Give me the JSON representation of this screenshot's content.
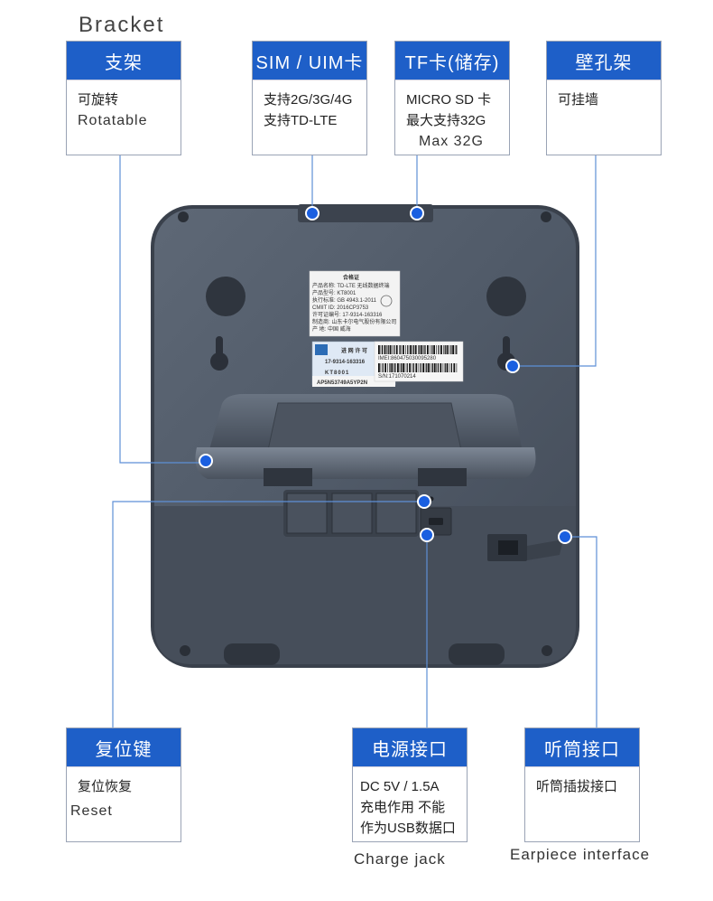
{
  "top_caption": "Bracket",
  "cards": {
    "bracket": {
      "title": "支架",
      "lines": [
        "可旋转"
      ],
      "en": "Rotatable"
    },
    "sim": {
      "title": "SIM / UIM卡",
      "lines": [
        "支持2G/3G/4G",
        "支持TD-LTE"
      ]
    },
    "tf": {
      "title": "TF卡(储存)",
      "lines": [
        "MICRO SD 卡",
        "最大支持32G"
      ],
      "en": "Max 32G"
    },
    "wall": {
      "title": "壁孔架",
      "lines": [
        "可挂墙"
      ]
    },
    "reset": {
      "title": "复位键",
      "lines": [
        "复位恢复"
      ],
      "en": "Reset"
    },
    "power": {
      "title": "电源接口",
      "lines": [
        "DC 5V / 1.5A",
        "充电作用 不能",
        "作为USB数据口"
      ]
    },
    "earpiece": {
      "title": "听筒接口",
      "lines": [
        "听筒插拔接口"
      ]
    }
  },
  "captions": {
    "charge": "Charge jack",
    "earpiece": "Earpiece interface"
  },
  "device_label": {
    "cert_title": "合格证",
    "rows": [
      "产品名称: TD-LTE 无线数据终端",
      "产品型号: KT8001",
      "执行标准: GB 4943.1-2011",
      "CMIIT ID: 2016CP3753",
      "许可证编号: 17-9314-163316",
      "制造商: 山东卡尔电气股份有限公司",
      "产 地: 中国 威海"
    ],
    "license_title": "进 网 许 可",
    "license_no": "17-9314-163316",
    "model": "KT8001",
    "code": "AP5N53749A5YP2N",
    "imei": "IMEI:860475030095280",
    "sn": "S/N:171070214"
  },
  "colors": {
    "accent": "#1e5fc8",
    "body": "#4b5462"
  }
}
